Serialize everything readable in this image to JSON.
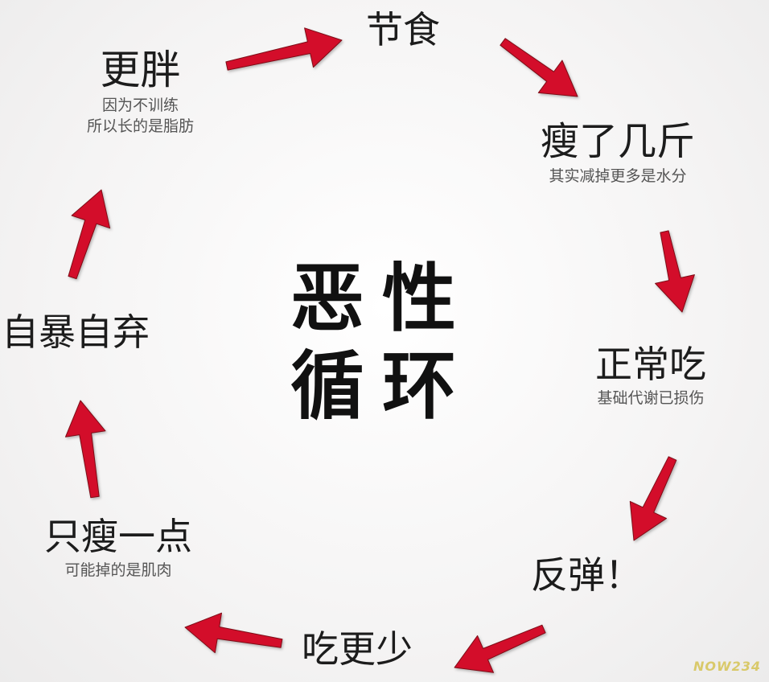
{
  "center": {
    "line1": "恶性",
    "line2": "循环"
  },
  "nodes": [
    {
      "id": "jieshi",
      "title": "节食",
      "subtitle": []
    },
    {
      "id": "shou-le-ji-jin",
      "title": "瘦了几斤",
      "subtitle": [
        "其实减掉更多是水分"
      ]
    },
    {
      "id": "zhengchang-chi",
      "title": "正常吃",
      "subtitle": [
        "基础代谢已损伤"
      ]
    },
    {
      "id": "fantan",
      "title": "反弹！",
      "subtitle": []
    },
    {
      "id": "chi-geng-shao",
      "title": "吃更少",
      "subtitle": []
    },
    {
      "id": "zhi-shou-yi-dian",
      "title": "只瘦一点",
      "subtitle": [
        "可能掉的是肌肉"
      ]
    },
    {
      "id": "zibao-ziqi",
      "title": "自暴自弃",
      "subtitle": []
    },
    {
      "id": "geng-pang",
      "title": "更胖",
      "subtitle": [
        "因为不训练",
        "所以长的是脂肪"
      ]
    }
  ],
  "colors": {
    "arrow": "#d3112a",
    "arrow_shadow": "#7d0a18",
    "text": "#1c1c1c",
    "subtext": "#555555"
  },
  "watermark": "NOW234"
}
